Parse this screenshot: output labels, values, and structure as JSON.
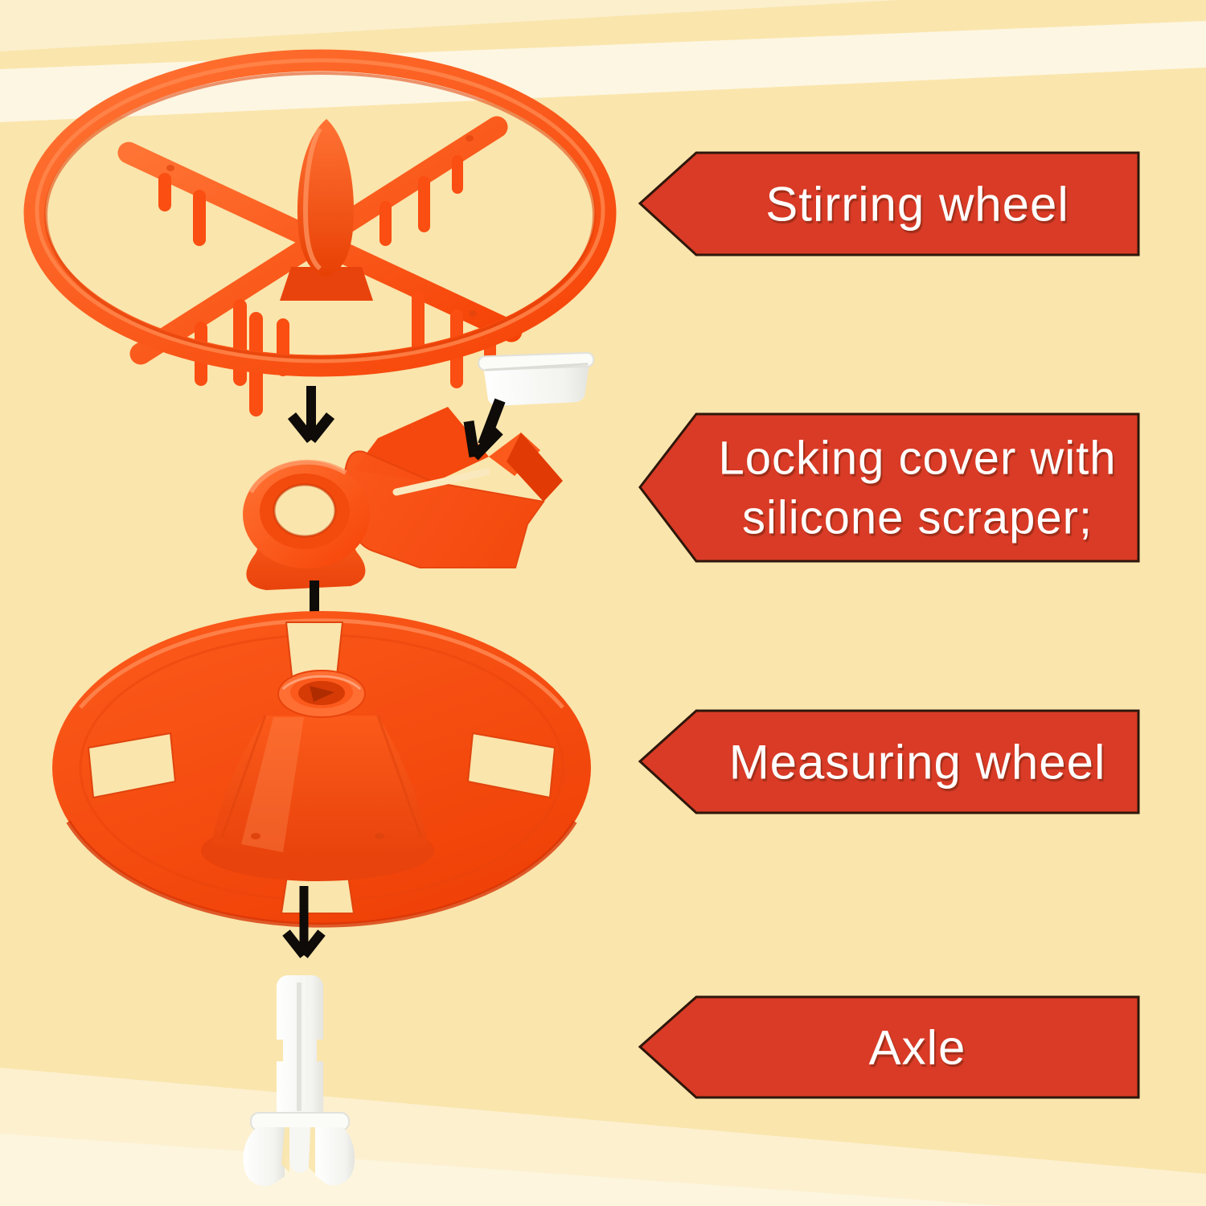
{
  "title": "Product parts diagram",
  "labels": [
    {
      "id": "stirring-wheel",
      "lines": [
        "Stirring wheel"
      ]
    },
    {
      "id": "locking-cover",
      "lines": [
        "Locking cover with",
        "silicone scraper;"
      ]
    },
    {
      "id": "measuring-wheel",
      "lines": [
        "Measuring wheel"
      ]
    },
    {
      "id": "axle",
      "lines": [
        "Axle"
      ]
    }
  ],
  "parts": [
    {
      "name": "stirring-wheel"
    },
    {
      "name": "silicone-scraper-cap"
    },
    {
      "name": "locking-cover-with-silicone-scraper"
    },
    {
      "name": "measuring-wheel"
    },
    {
      "name": "axle"
    }
  ],
  "icons": [
    "down-arrow",
    "down-arrow",
    "down-arrow",
    "diagonal-down-left-arrow"
  ],
  "colors": {
    "background": "#FAE5AC",
    "stripe_cream": "#FBEFCC",
    "stripe_white": "#FDF6E2",
    "bottom_band": "#FCF0CF",
    "bottom_wedge": "#FDF5DE",
    "label_fill": "#D93B26",
    "label_border": "#2E170B",
    "label_text": "#FFFFFF",
    "part_orange": "#FB4A12",
    "part_orange_dark": "#E23A05",
    "part_white": "#F4F4F1",
    "arrow_black": "#0E0B08"
  }
}
